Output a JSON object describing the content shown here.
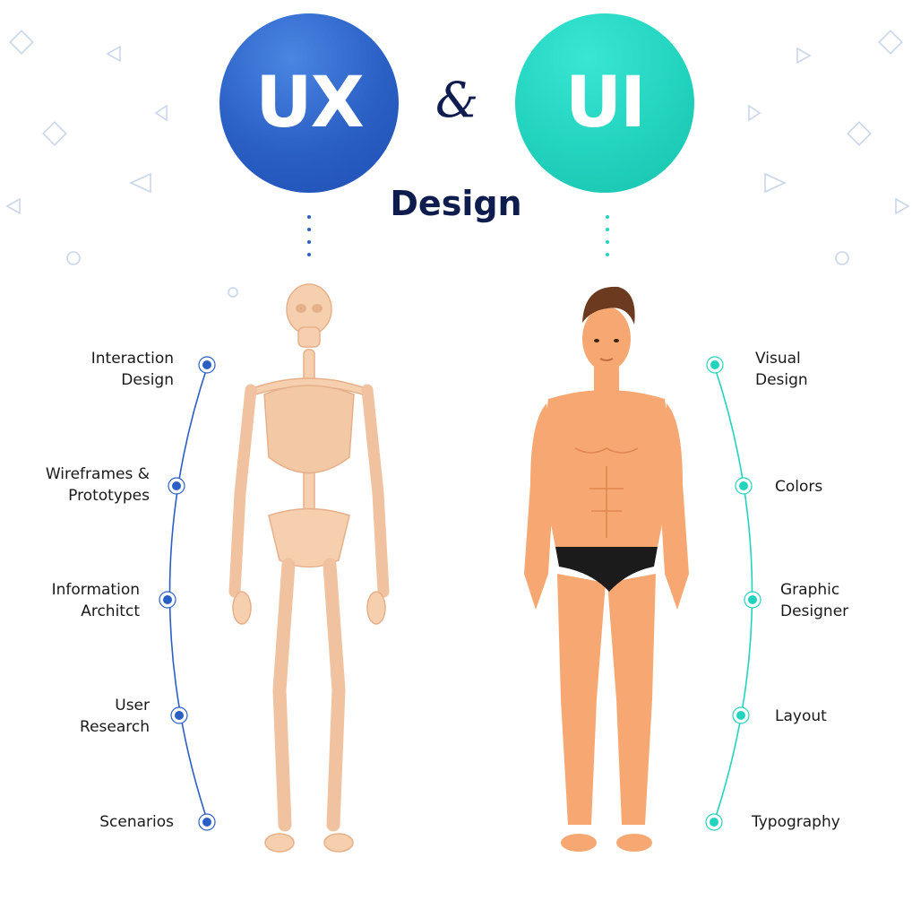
{
  "header": {
    "ux_label": "UX",
    "ampersand": "&",
    "ui_label": "UI",
    "subtitle": "Design"
  },
  "colors": {
    "ux_blue": "#2a5fc4",
    "ui_teal": "#22d3be",
    "navy_text": "#0f1d4e",
    "skin": "#f7a872",
    "bone": "#f5cfae",
    "hair": "#6b3a1f",
    "briefs": "#1b1b1b"
  },
  "ux_items": [
    {
      "label": "Interaction\nDesign"
    },
    {
      "label": "Wireframes &\nPrototypes"
    },
    {
      "label": "Information\nArchitct"
    },
    {
      "label": "User\nResearch"
    },
    {
      "label": "Scenarios"
    }
  ],
  "ui_items": [
    {
      "label": "Visual\nDesign"
    },
    {
      "label": "Colors"
    },
    {
      "label": "Graphic\nDesigner"
    },
    {
      "label": "Layout"
    },
    {
      "label": "Typography"
    }
  ],
  "illustrations": {
    "left": "skeleton-figure",
    "right": "human-figure"
  }
}
